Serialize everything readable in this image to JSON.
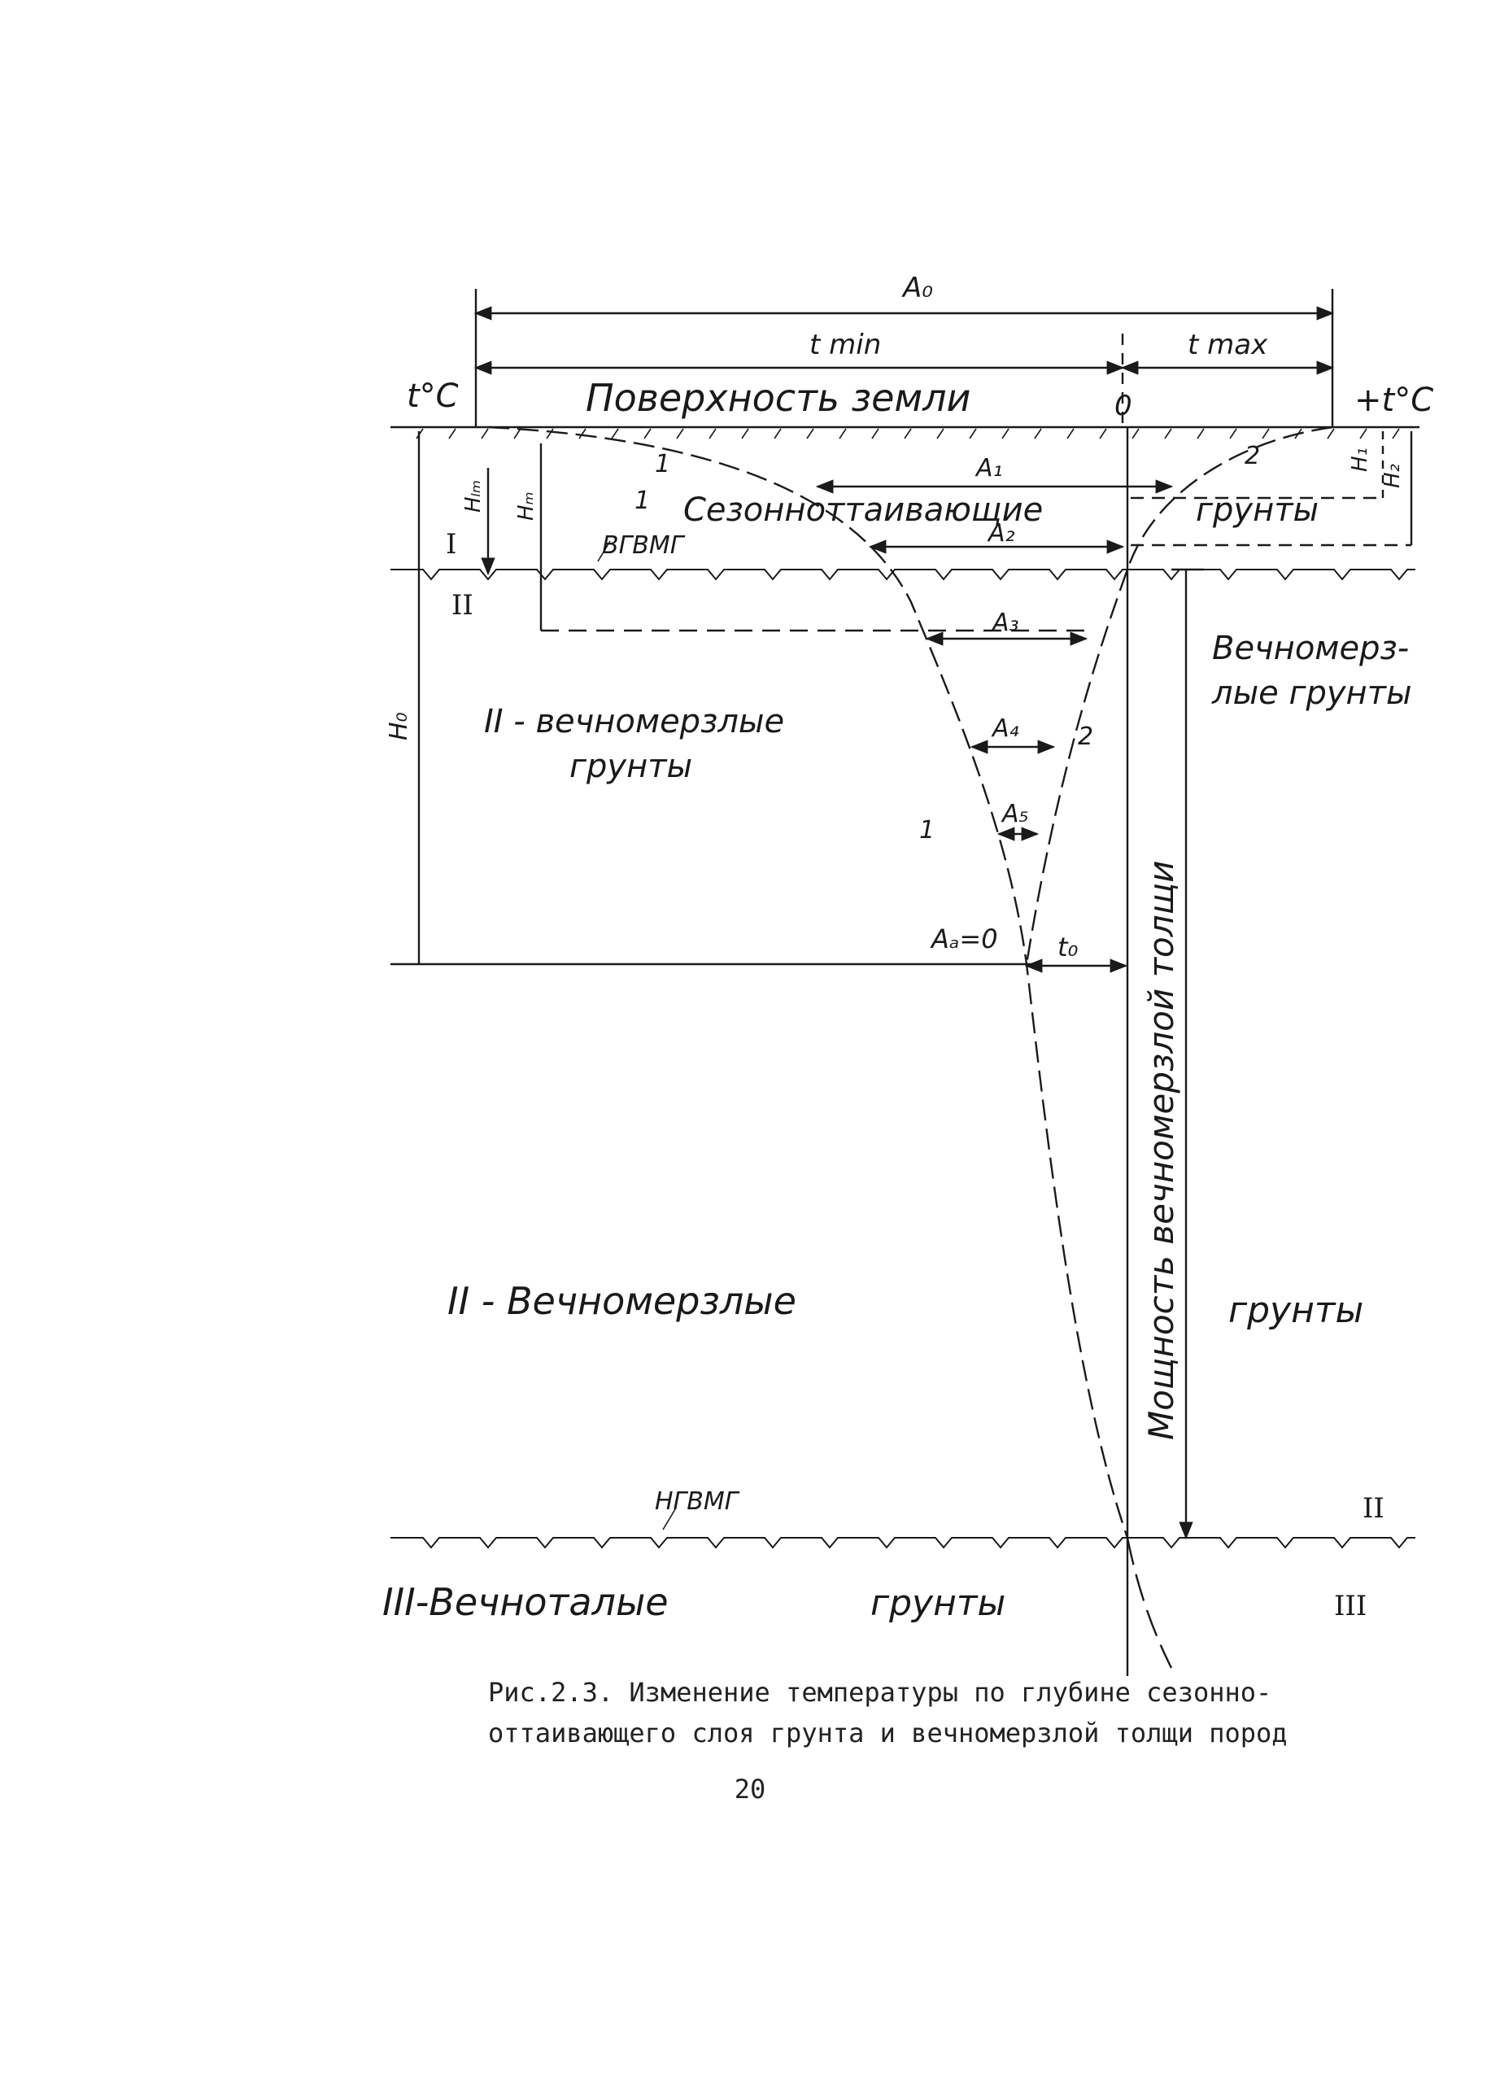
{
  "labels": {
    "A0": "A₀",
    "tmin": "t min",
    "tmax": "t max",
    "t_left": "t°C",
    "t_right": "+t°C",
    "zero": "0",
    "surface": "Поверхность земли",
    "seasonal_a": "Сезонноттаивающие",
    "seasonal_b": "грунты",
    "A1": "A₁",
    "A2": "A₂",
    "A3": "A₃",
    "A4": "A₄",
    "A5": "A₅",
    "Aa0": "Aₐ=0",
    "t0": "t₀",
    "H1": "H₁",
    "H2": "H₂",
    "Hm": "Hₘ",
    "Hlm": "Hₗₘ",
    "H0": "H₀",
    "curve1_top": "1",
    "curve1_mid": "1",
    "curve1_low": "1",
    "curve2_top": "2",
    "curve2_mid": "2",
    "roman_I": "I",
    "roman_II_left": "II",
    "roman_II_right": "II",
    "roman_III_right": "III",
    "ogvmg": "ВГВМГ",
    "ngvmg": "НГВМГ",
    "perm_right_a": "Вечномерз-",
    "perm_right_b": "лые грунты",
    "perm_inner_a": "II - вечномерзлые",
    "perm_inner_b": "грунты",
    "perm_big_a": "II - Вечномерзлые",
    "perm_big_b": "грунты",
    "vertical": "Мощность вечномерзлой толщи",
    "thawed_a": "III-Вечноталые",
    "thawed_b": "грунты"
  },
  "caption_line1": "Рис.2.3. Изменение температуры по глубине сезонно-",
  "caption_line2": "оттаивающего слоя грунта и вечномерзлой толщи пород",
  "page_number": "20"
}
